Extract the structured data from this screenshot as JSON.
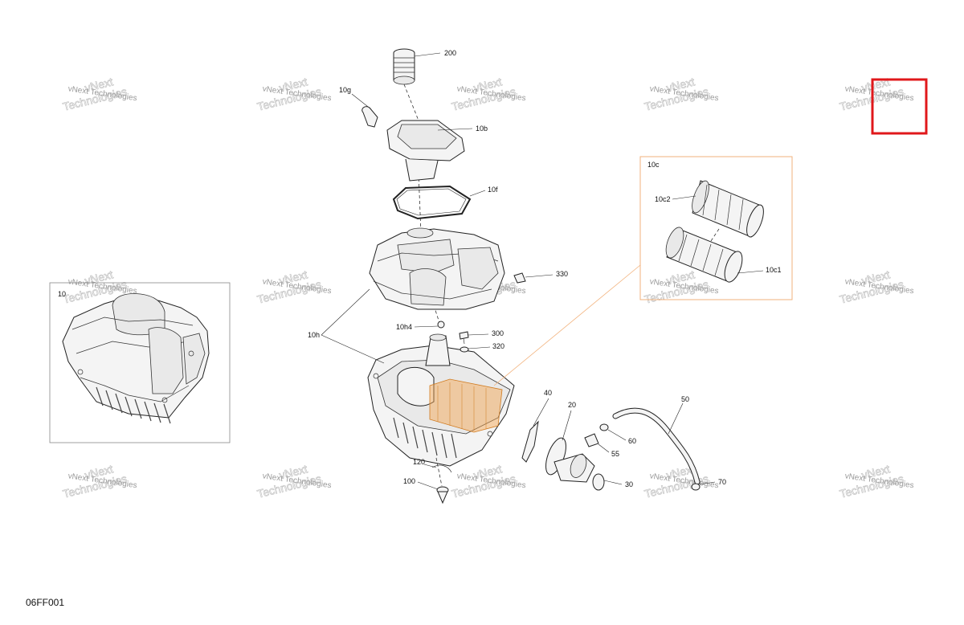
{
  "watermark": {
    "line1": "vNext",
    "line2": "Technologies",
    "small": "vNext Technologies"
  },
  "callouts": {
    "c200": "200",
    "c10g": "10g",
    "c10b": "10b",
    "c10f": "10f",
    "c330": "330",
    "c10h": "10h",
    "c10h4": "10h4",
    "c300": "300",
    "c320": "320",
    "c40": "40",
    "c20": "20",
    "c50": "50",
    "c60": "60",
    "c55": "55",
    "c30": "30",
    "c70": "70",
    "c120": "120",
    "c100": "100",
    "c10": "10",
    "c10c": "10c",
    "c10c2": "10c2",
    "c10c1": "10c1"
  },
  "footer": {
    "code": "06FF001"
  },
  "colors": {
    "highlight": "#e0181b",
    "detail_frame": "#f2b27c",
    "filter_element": "#f3a24a",
    "line": "#222222"
  }
}
